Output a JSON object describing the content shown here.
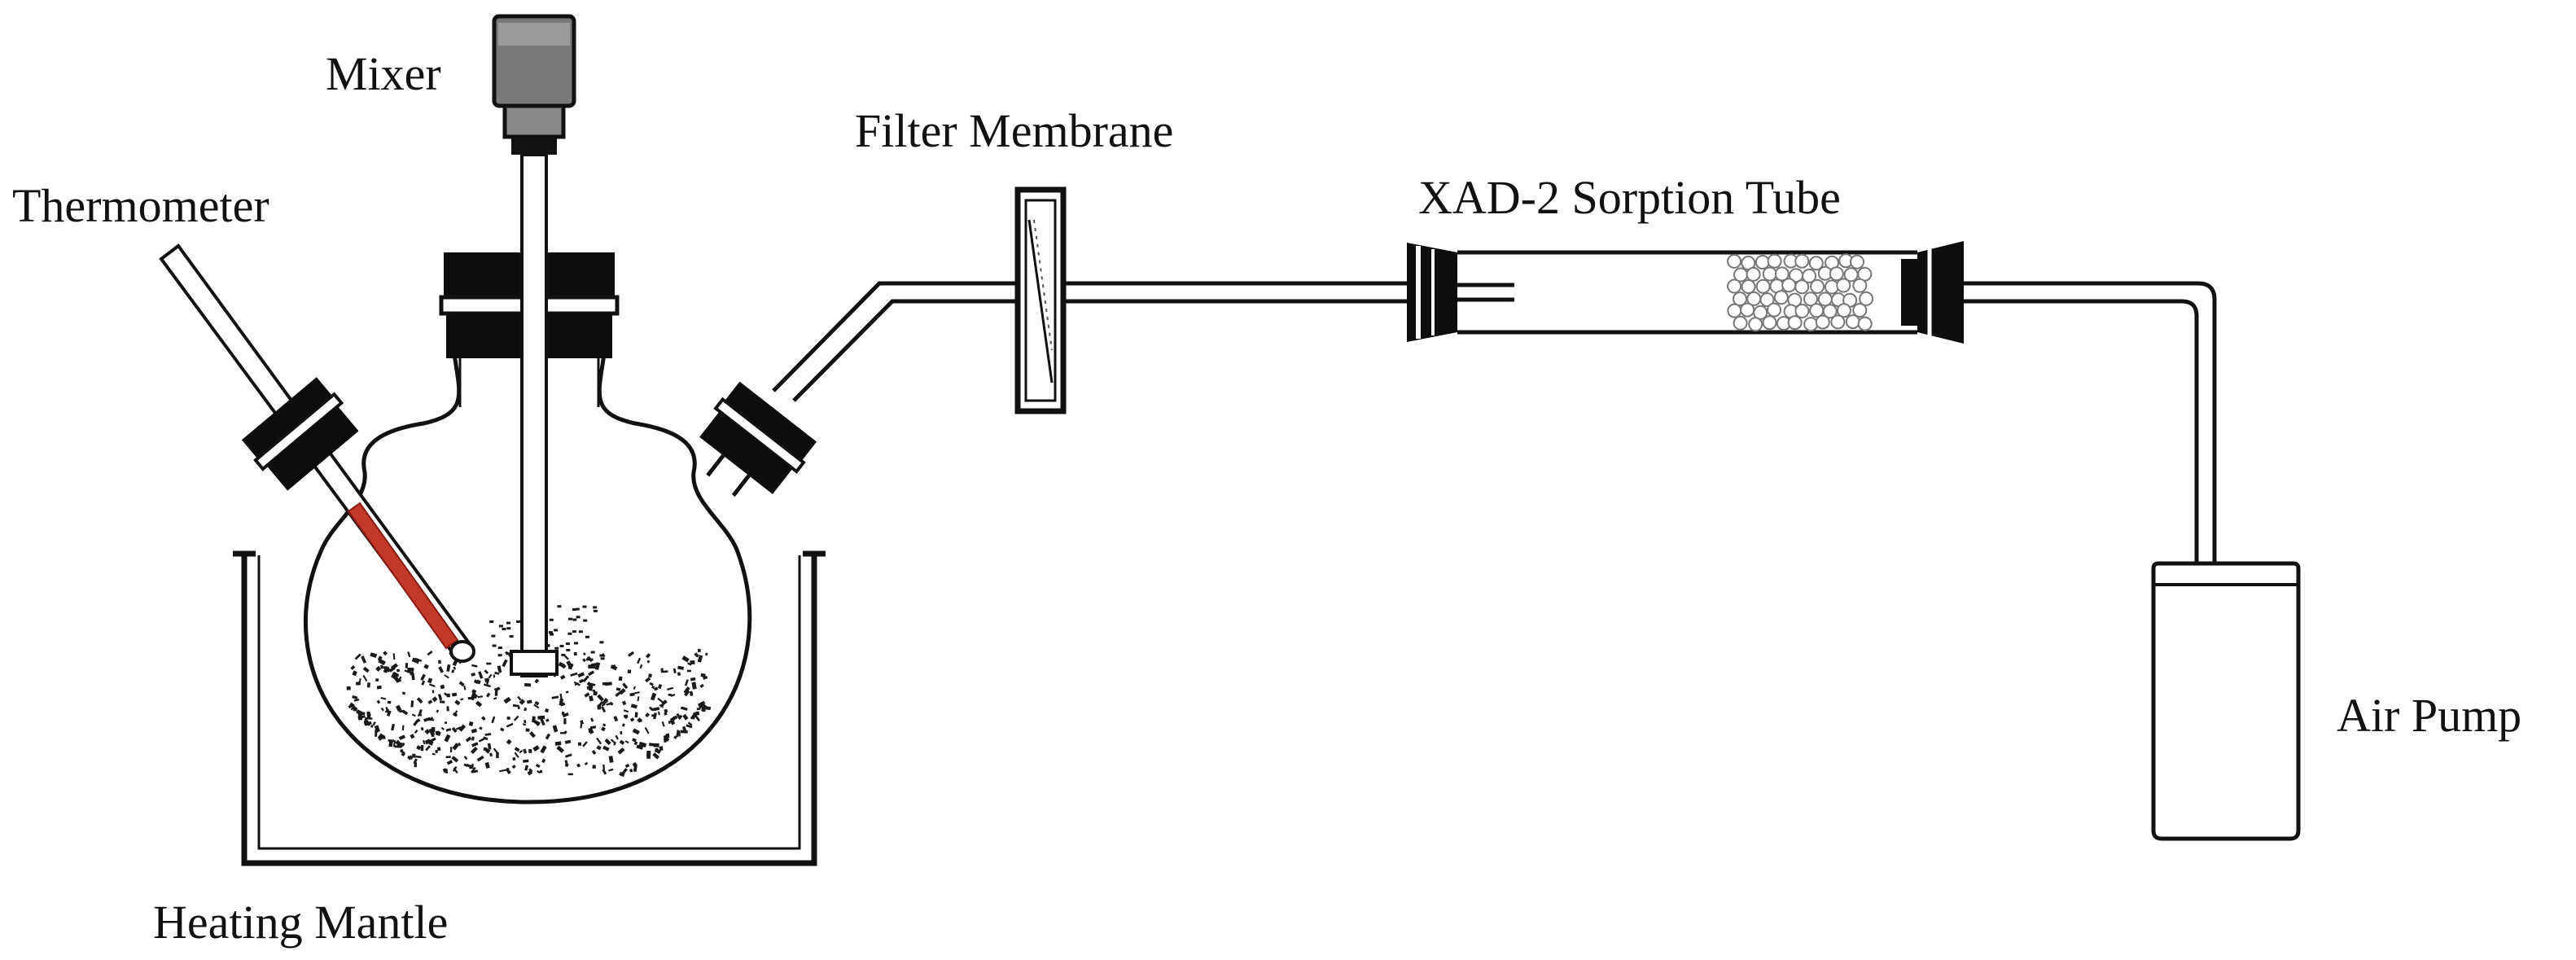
{
  "labels": {
    "mixer": "Mixer",
    "thermometer": "Thermometer",
    "filter_membrane": "Filter Membrane",
    "sorption_tube": "XAD-2 Sorption Tube",
    "air_pump": "Air Pump",
    "heating_mantle": "Heating Mantle"
  },
  "colors": {
    "line": "#111111",
    "fill_dark": "#0d0d0d",
    "mixer_body": "#7a7a7a",
    "thermometer_liquid": "#c0392b",
    "background": "#ffffff"
  }
}
